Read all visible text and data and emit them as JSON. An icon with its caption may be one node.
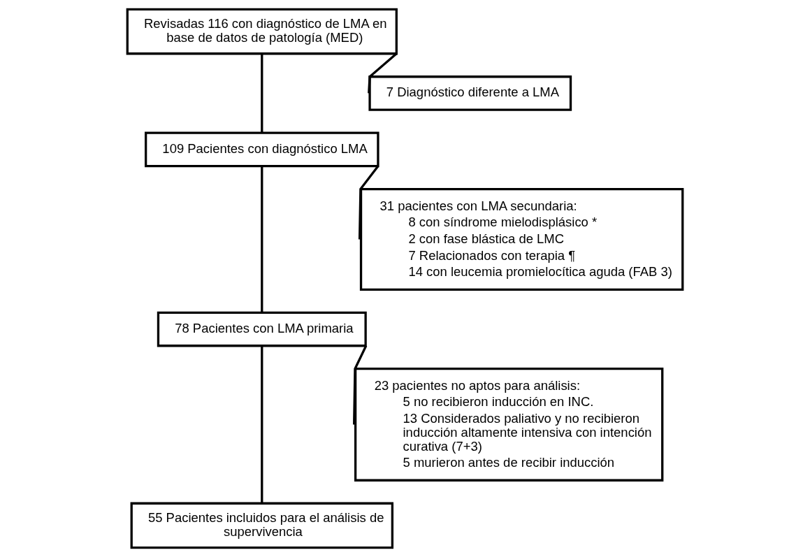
{
  "diagram": {
    "nodes": [
      {
        "text": [
          "Revisadas 116 con diagnóstico de LMA en base de datos de patología (MED)"
        ]
      },
      {
        "text": [
          "7 Diagnóstico diferente a LMA"
        ]
      },
      {
        "text": [
          "109 Pacientes con diagnóstico LMA"
        ]
      },
      {
        "text": [
          "31 pacientes con LMA secundaria:",
          "8 con síndrome mielodisplásico *",
          "2 con fase blástica de LMC",
          "7 Relacionados con terapia ¶",
          "14 con leucemia promielocítica aguda (FAB 3)"
        ]
      },
      {
        "text": [
          "78 Pacientes con LMA primaria"
        ]
      },
      {
        "text": [
          "23 pacientes no aptos para análisis:",
          "5 no recibieron inducción en INC.",
          "13 Considerados paliativo y no recibieron inducción altamente intensiva con intención curativa (7+3)",
          "5 murieron antes de recibir inducción"
        ]
      },
      {
        "text": [
          "55 Pacientes incluidos para el análisis de supervivencia"
        ]
      }
    ],
    "edges": [
      {
        "from": 0,
        "to": 2,
        "arrow": "none"
      },
      {
        "from": 0,
        "to": 1,
        "arrow": "none"
      },
      {
        "from": 2,
        "to": 4,
        "arrow": "none"
      },
      {
        "from": 2,
        "to": 3,
        "arrow": "none"
      },
      {
        "from": 4,
        "to": 6,
        "arrow": "none"
      },
      {
        "from": 4,
        "to": 5,
        "arrow": "none"
      }
    ]
  }
}
